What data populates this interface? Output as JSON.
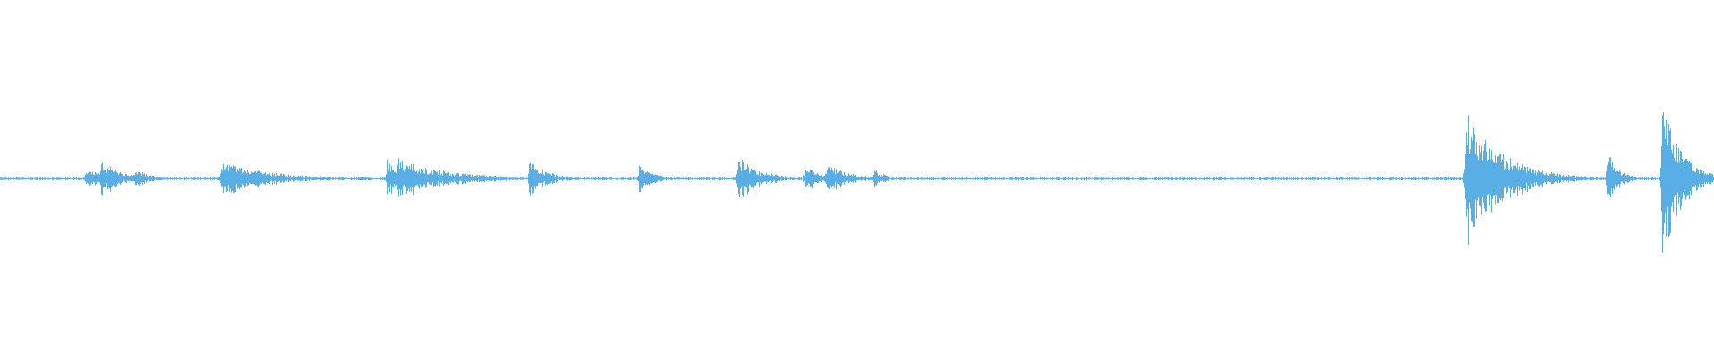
{
  "waveform": {
    "color": "#5aaee6",
    "background": "#ffffff",
    "baseline_amplitude": 0.004,
    "noise_amplitude": 0.006,
    "transients": [
      {
        "t": 0.05,
        "amplitude": 0.045,
        "decay": 0.02
      },
      {
        "t": 0.059,
        "amplitude": 0.1,
        "decay": 0.012
      },
      {
        "t": 0.064,
        "amplitude": 0.05,
        "decay": 0.01
      },
      {
        "t": 0.079,
        "amplitude": 0.08,
        "decay": 0.006
      },
      {
        "t": 0.129,
        "amplitude": 0.095,
        "decay": 0.028
      },
      {
        "t": 0.226,
        "amplitude": 0.11,
        "decay": 0.006
      },
      {
        "t": 0.232,
        "amplitude": 0.115,
        "decay": 0.028
      },
      {
        "t": 0.309,
        "amplitude": 0.11,
        "decay": 0.01
      },
      {
        "t": 0.373,
        "amplitude": 0.08,
        "decay": 0.008
      },
      {
        "t": 0.431,
        "amplitude": 0.13,
        "decay": 0.01
      },
      {
        "t": 0.447,
        "amplitude": 0.04,
        "decay": 0.01
      },
      {
        "t": 0.47,
        "amplitude": 0.1,
        "decay": 0.006
      },
      {
        "t": 0.482,
        "amplitude": 0.095,
        "decay": 0.012
      },
      {
        "t": 0.51,
        "amplitude": 0.06,
        "decay": 0.006
      },
      {
        "t": 0.855,
        "amplitude": 0.42,
        "decay": 0.02
      },
      {
        "t": 0.938,
        "amplitude": 0.16,
        "decay": 0.006
      },
      {
        "t": 0.97,
        "amplitude": 0.47,
        "decay": 0.01
      }
    ]
  }
}
